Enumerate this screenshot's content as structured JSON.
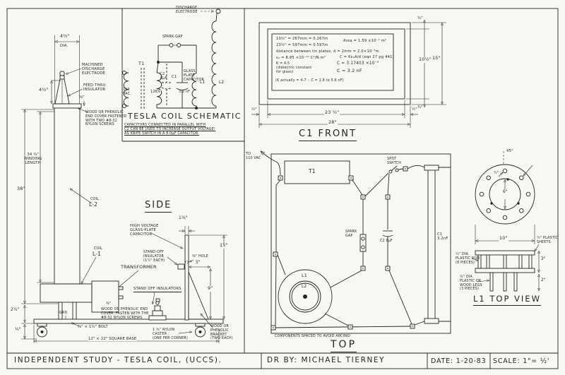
{
  "title_block": {
    "project": "INDEPENDENT STUDY - TESLA COIL, (UCCS).",
    "drawn_by": "DR BY:  MICHAEL TIERNEY",
    "date": "DATE: 1-20-83",
    "scale": "SCALE: 1\"= ½'"
  },
  "side": {
    "title": "SIDE",
    "dia_dim": "4½\"",
    "dia_sub": "DIA.",
    "electrode_label": "MACHINED\nDISCHARGE\nELECTRODE",
    "insulator_label": "FEED THRU\nINSULATOR",
    "cone_height": "4½\"",
    "cap_thickness": "⅝\"",
    "end_cover_note": "WOOD OR PHENOLIC\nEND COVER FASTENED\nWITH TWO #8-32\nNYLON SCREWS",
    "winding_length": "34 ¾\"\nWINDING\nLENGTH",
    "overall_height": "38\"",
    "l2_coil": "COIL",
    "l2": "L-2",
    "l1_coil": "COIL",
    "l1": "L-1",
    "transformer": "TRANSFORMER",
    "standoffs": "STAND OFF INSULATORS",
    "cover_note2": "WOOD OR PHENOLIC END\nCOVER. FASTEN WITH THE\n#8-32 NYLON SCREWS",
    "t38": "⅜\"",
    "grd": "GRD",
    "bolt": "⅜\" × 1½\" BOLT",
    "base": "12\" × 22\" SQUARE BASE",
    "base_height": "2¼\"",
    "caster_height": "¾\"",
    "hv_cap": "HIGH VOLTAGE\nGLASS-PLATE\nCAPACITOR",
    "standoff_ins": "STAND-OFF\nINSULATOR\n(1¼\" EACH)",
    "hole": "⅜\" HOLE",
    "plate_w": "1⅛\"",
    "d15": "15\"",
    "d5": "5\"",
    "d9": "9\"",
    "caster": "1 ¾\" NYLON\nCASTER\n(ONE PER CORNER)",
    "bracket": "WOOD OR\nPHENOLIC\nBRACKET\n(TWO EACH)"
  },
  "schematic": {
    "title": "TESLA COIL SCHEMATIC",
    "discharge": "DISCHARGE\nELECTRODE",
    "spark_gap": "SPARK GAP",
    "t1": "T1",
    "vac": "110\nVAC.",
    "kv": "12KV",
    "c2": "C2",
    "c2_value": "8μF",
    "c1": "C1",
    "c1_value": "3.2 nF",
    "glass": "GLASS\nPLATE\nCAPACITOR",
    "l1": "L1",
    "l2": "L2",
    "note": "CAPACITORS CONNECTED IN PARALLEL WITH\nC2 CAN BE USED TO INCREASE OUTPUT VOLTAGE!\nAS KNIFE SWITCH IN A 8.0μF CAPACITOR."
  },
  "c1_front": {
    "title": "C1 FRONT",
    "calc1": "10½\" = 267mm = 0.267m",
    "calc1b": "Area = 1.59 ×10⁻¹ m²",
    "calc2": "23½\" = 597mm = 0.597m",
    "calc3": "distance between tin plates, d = 2mm = 2.0×10⁻³m",
    "calc4": "ε₀ = 8.85 ×10⁻¹² C²/N·m²",
    "calc4b": "C = Kε₀A/d   (eqn 27 pg 441)",
    "calc5": "K = 4.5\n(dielectric constant\nfor glass)",
    "calc5b": "C = 3.17403 ×10⁻⁹",
    "calc6": "C = 3.2 nF",
    "calc7": "(K actually = 4-7  ∴  C = 2.8 to 5.6 nF)",
    "d34t": "¾\"",
    "d1012": "10½\"",
    "d15": "15\"",
    "d34b": "¾\"",
    "d2312": "23 ½\"",
    "d28": "28\"",
    "d12l": "½\"",
    "d12r": "½\""
  },
  "top": {
    "title": "TOP",
    "vac": "TO\n110 VAC",
    "t1": "T1",
    "spdt": "SPDT\nSWITCH",
    "spark": "SPARK\nGAP",
    "c2": "C2  8μF",
    "c1": "C1\n3.2nF",
    "l1": "L1",
    "l2": "L2",
    "note": "COMPONENTS  SPACED  TO  AVOID  ARCING!"
  },
  "l1_top": {
    "title": "L1 TOP VIEW",
    "angle": "45°",
    "hole": "¼\"",
    "d6": "6\"",
    "d10": "10\"",
    "sheets": "¼\" PLASTIC\nSHEETS",
    "d3": "3\"",
    "d2": "2\"",
    "rods": "¼\" DIA\nPLASTIC ROD\n(8 PIECES)",
    "legs": "½\" DIA\nPLASTIC OR\nWOOD LEGS\n(3 PIECES)"
  }
}
